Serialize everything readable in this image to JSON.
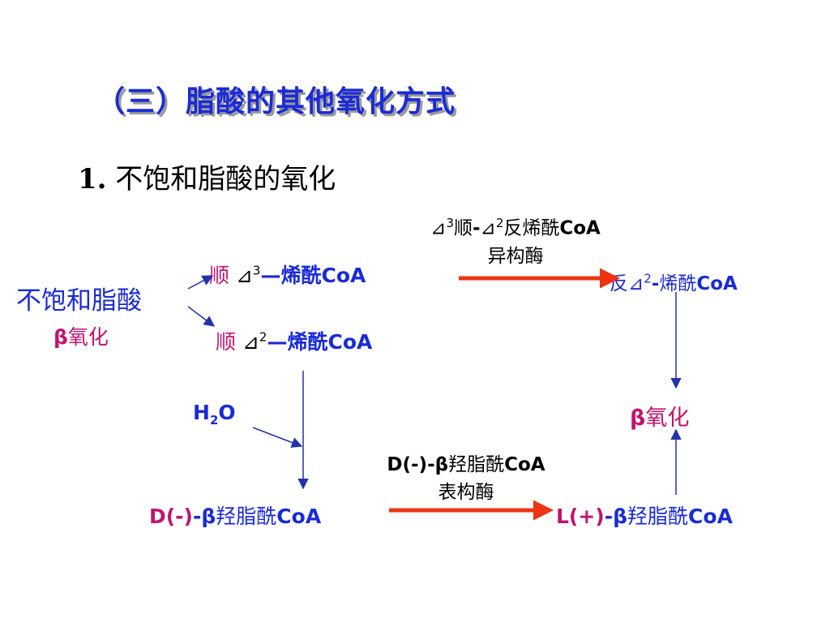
{
  "title": "（三）脂酸的其他氧化方式",
  "subtitle": {
    "number": "1.",
    "text": " 不饱和脂酸的氧化"
  },
  "nodes": {
    "start": {
      "line1": "不饱和脂酸",
      "beta": "β",
      "beta_suffix": "氧化"
    },
    "cis3": {
      "prefix": "顺",
      "delta": "⊿",
      "sup": "3",
      "suffix": "—烯酰CoA"
    },
    "cis2": {
      "prefix": "顺",
      "delta": "⊿",
      "sup": "2",
      "suffix": "—烯酰CoA"
    },
    "trans2": {
      "prefix": "反",
      "delta": "⊿",
      "sup": "2",
      "dash": "-",
      "mid": "烯酰",
      "suffix": "CoA"
    },
    "beta_ox": {
      "beta": "β",
      "suffix": "氧化"
    },
    "h2o": {
      "h": "H",
      "sub": "2",
      "o": "O"
    },
    "d_hydroxy": {
      "prefix": "D(-)",
      "dash": "-",
      "beta": "β",
      "mid": "羟脂酰",
      "suffix": "CoA"
    },
    "l_hydroxy": {
      "prefix": "L(+)",
      "dash": "-",
      "beta": "β",
      "mid": "羟脂酰",
      "suffix": "CoA"
    }
  },
  "enzymes": {
    "isomerase": {
      "delta1": "⊿",
      "sup1": "3",
      "cis": "顺",
      "dash": "-",
      "delta2": "⊿",
      "sup2": "2",
      "rest": "反烯酰",
      "coa": "CoA",
      "line2": "异构酶"
    },
    "epimerase": {
      "line1a": "D(-)-",
      "beta": "β",
      "line1b": "羟脂酰",
      "coa": "CoA",
      "line2": "表构酶"
    }
  },
  "colors": {
    "blue": "#1a2bd6",
    "magenta": "#c0146e",
    "arrow_red": "#ee3311",
    "line_blue": "#2233aa"
  }
}
